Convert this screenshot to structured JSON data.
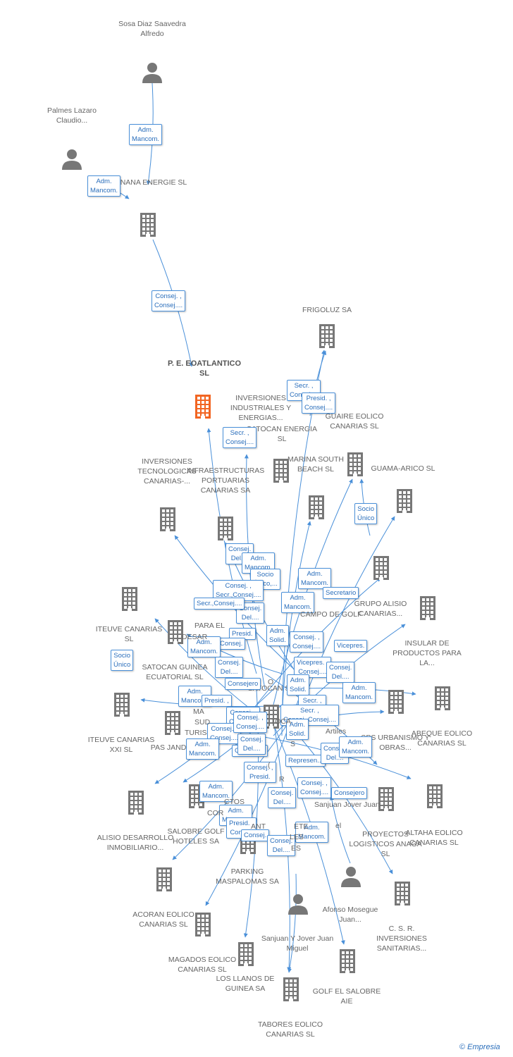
{
  "colors": {
    "accent": "#4a90d9",
    "icon": "#777777",
    "center_icon": "#f26522"
  },
  "nodes": [
    {
      "id": "sosa",
      "type": "person",
      "label": "Sosa Diaz Saavedra Alfredo"
    },
    {
      "id": "palmes",
      "type": "person",
      "label": "Palmes Lazaro Claudio..."
    },
    {
      "id": "banana",
      "type": "company",
      "label": "BANANA ENERGIE SL"
    },
    {
      "id": "center",
      "type": "center",
      "label": "P. E. EOATLANTICO SL"
    },
    {
      "id": "frigoluz",
      "type": "company",
      "label": "FRIGOLUZ SA"
    },
    {
      "id": "inversiones_ind",
      "type": "company",
      "label": "INVERSIONES INDUSTRIALES Y ENERGIAS..."
    },
    {
      "id": "satocan_energia",
      "type": "company",
      "label": "SATOCAN ENERGIA SL"
    },
    {
      "id": "guaire",
      "type": "company",
      "label": "GUAIRE EOLICO CANARIAS SL"
    },
    {
      "id": "marina",
      "type": "company",
      "label": "MARINA SOUTH BEACH SL"
    },
    {
      "id": "guamaarico",
      "type": "company",
      "label": "GUAMA-ARICO SL"
    },
    {
      "id": "inv_tec",
      "type": "company",
      "label": "INVERSIONES TECNOLOGICAS CANARIAS-..."
    },
    {
      "id": "infraestructuras",
      "type": "company",
      "label": "INFRAESTRUCTURAS PORTUARIAS CANARIAS SA"
    },
    {
      "id": "grupo_alisio",
      "type": "company",
      "label": "GRUPO ALISIO CANARIAS..."
    },
    {
      "id": "iteuve",
      "type": "company",
      "label": "ITEUVE CANARIAS SL"
    },
    {
      "id": "insular",
      "type": "company",
      "label": "INSULAR DE PRODUCTOS PARA LA..."
    },
    {
      "id": "satocan_guinea",
      "type": "company",
      "label": "SATOCAN GUINEA ECUATORIAL SL"
    },
    {
      "id": "abeque",
      "type": "company",
      "label": "ABEQUE EOLICO CANARIAS SL"
    },
    {
      "id": "iteuve_xxi",
      "type": "company",
      "label": "ITEUVE CANARIAS XXI SL"
    },
    {
      "id": "pas_jandia",
      "type": "company",
      "label": "PAS JANDIA"
    },
    {
      "id": "sps",
      "type": "company",
      "label": "SPS URBANISMO Y OBRAS..."
    },
    {
      "id": "altaha",
      "type": "company",
      "label": "ALTAHA EOLICO CANARIAS SL"
    },
    {
      "id": "proyectos",
      "type": "company",
      "label": "PROYECTOS LOGISTICOS ANAGA SL"
    },
    {
      "id": "alisio_des",
      "type": "company",
      "label": "ALISIO DESARROLLO INMOBILIARIO..."
    },
    {
      "id": "salobre_golf",
      "type": "company",
      "label": "SALOBRE GOLF HOTELES SA"
    },
    {
      "id": "parking",
      "type": "company",
      "label": "PARKING MASPALOMAS SA"
    },
    {
      "id": "acoran",
      "type": "company",
      "label": "ACORAN EOLICO CANARIAS SL"
    },
    {
      "id": "afonso",
      "type": "person",
      "label": "Afonso Mosegue Juan..."
    },
    {
      "id": "csr",
      "type": "company",
      "label": "C. S. R. INVERSIONES SANITARIAS..."
    },
    {
      "id": "magados",
      "type": "company",
      "label": "MAGADOS EOLICO CANARIAS SL"
    },
    {
      "id": "sanjuan",
      "type": "person",
      "label": "Sanjuan Y Jover Juan Miguel"
    },
    {
      "id": "llanos",
      "type": "company",
      "label": "LOS LLANOS DE GUINEA SA"
    },
    {
      "id": "golf_salobre",
      "type": "company",
      "label": "GOLF EL SALOBRE AIE"
    },
    {
      "id": "tabores",
      "type": "company",
      "label": "TABORES EOLICO CANARIAS SL"
    },
    {
      "id": "satocan_sa",
      "type": "company",
      "label": "SATOCAN SA"
    }
  ],
  "obscured_labels": [
    "PARA EL",
    "DESAR",
    "CAMPO DE GOLF",
    "MA",
    "SUD",
    "TURIS",
    "Artiles",
    "Sanjuan Jover Juan",
    "el",
    "CTOS",
    "COR",
    "ANT",
    "TOCA",
    "O",
    "S",
    "R",
    "(",
    "ETE",
    "LES",
    "ES"
  ],
  "roles": [
    "Adm. Mancom.",
    "Adm. Mancom.",
    "Consej. , Consej....",
    "Secr. , Consej....",
    "Presid. , Consej....",
    "Secr. , Consej....",
    "Socio Único",
    "Consej. Del....",
    "Adm. Mancom.",
    "Socio Único,...",
    "Adm. Mancom.",
    "Secretario",
    "Consej. , Secr.,Consej....",
    "Consej. Del....",
    "Adm. Mancom.",
    "Secr.,Consej....",
    "Adm. Solid.",
    "Consej. , Consej....",
    "Vicepres.",
    "Presid.",
    "Consej.",
    "Adm. Mancom.",
    "Socio Único",
    "Consej. Del....",
    "Consejero",
    "Vicepres. , Consej....",
    "Consej. Del....",
    "Adm. Solid.",
    "Adm. Mancom.",
    "Secr. , Consej.",
    "Secr. , Consej.,Consej....",
    "Adm. Mancom.",
    "Presid. ,",
    "Consej. , Consej....",
    "Consej. , Consej....",
    "Adm. Solid.",
    "Adm. Mancom.",
    "Consejero",
    "Consej. Del....",
    "Consej. , Presid.",
    "Represen...",
    "Consej. Del....",
    "Adm. Mancom.",
    "Consej. Del....",
    "Consej. , Consej....",
    "Consejero",
    "Adm. Mancom.",
    "Adm. Mancom.",
    "Presid. , Consej.",
    "Consej.",
    "Adm. Mancom.",
    "Consej. Del....",
    "Consej. , Consej...."
  ],
  "footer": {
    "copyright": "©",
    "brand": "Empresia"
  }
}
